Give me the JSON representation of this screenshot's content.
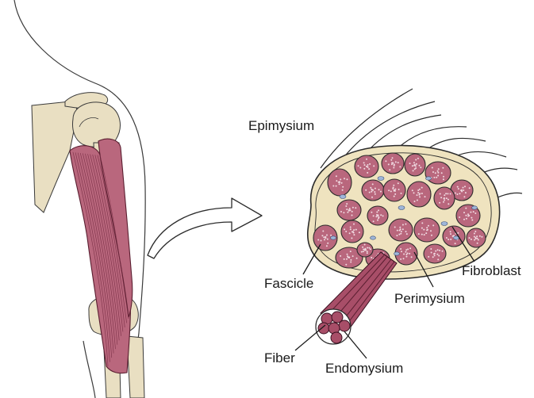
{
  "labels": {
    "epimysium": "Epimysium",
    "fascicle": "Fascicle",
    "fibroblast": "Fibroblast",
    "perimysium": "Perimysium",
    "fiber": "Fiber",
    "endomysium": "Endomysium"
  },
  "colors": {
    "muscle": "#b9677d",
    "muscle_dark": "#7a2f46",
    "bone": "#e9dfc2",
    "connective": "#efe3bf",
    "fibroblast": "#9fb6d9",
    "outline": "#2b2b2b"
  }
}
